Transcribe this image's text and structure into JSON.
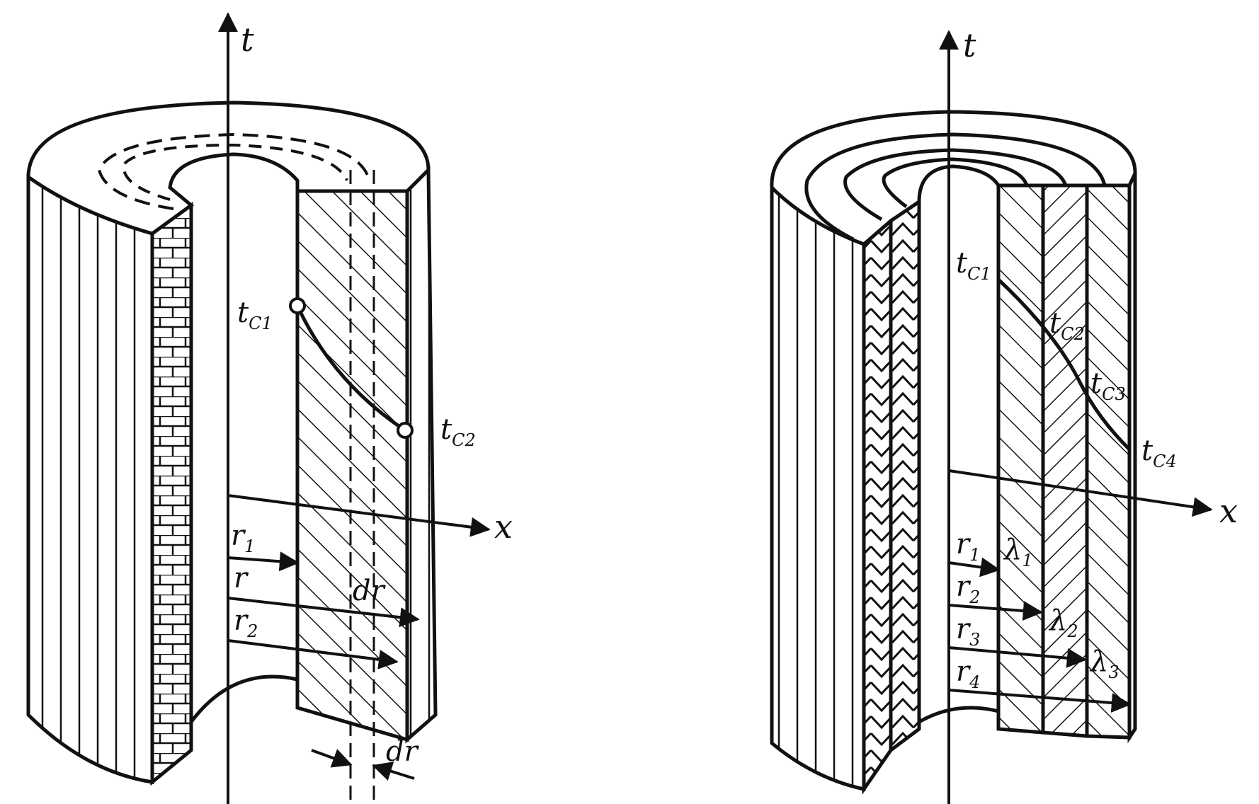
{
  "left_figure": {
    "axis_t": "t",
    "axis_x": "x",
    "t_c1": {
      "base": "t",
      "sub": "C1"
    },
    "t_c2": {
      "base": "t",
      "sub": "C2"
    },
    "r1": {
      "base": "r",
      "sub": "1"
    },
    "r": {
      "base": "r",
      "sub": ""
    },
    "r2": {
      "base": "r",
      "sub": "2"
    },
    "dr_inner": "dr",
    "dr_bottom": "dr"
  },
  "right_figure": {
    "axis_t": "t",
    "axis_x": "x",
    "t_c1": {
      "base": "t",
      "sub": "C1"
    },
    "t_c2": {
      "base": "t",
      "sub": "C2"
    },
    "t_c3": {
      "base": "t",
      "sub": "C3"
    },
    "t_c4": {
      "base": "t",
      "sub": "C4"
    },
    "r1": {
      "base": "r",
      "sub": "1"
    },
    "r2": {
      "base": "r",
      "sub": "2"
    },
    "r3": {
      "base": "r",
      "sub": "3"
    },
    "r4": {
      "base": "r",
      "sub": "4"
    },
    "lambda1": {
      "base": "λ",
      "sub": "1"
    },
    "lambda2": {
      "base": "λ",
      "sub": "2"
    },
    "lambda3": {
      "base": "λ",
      "sub": "3"
    }
  }
}
